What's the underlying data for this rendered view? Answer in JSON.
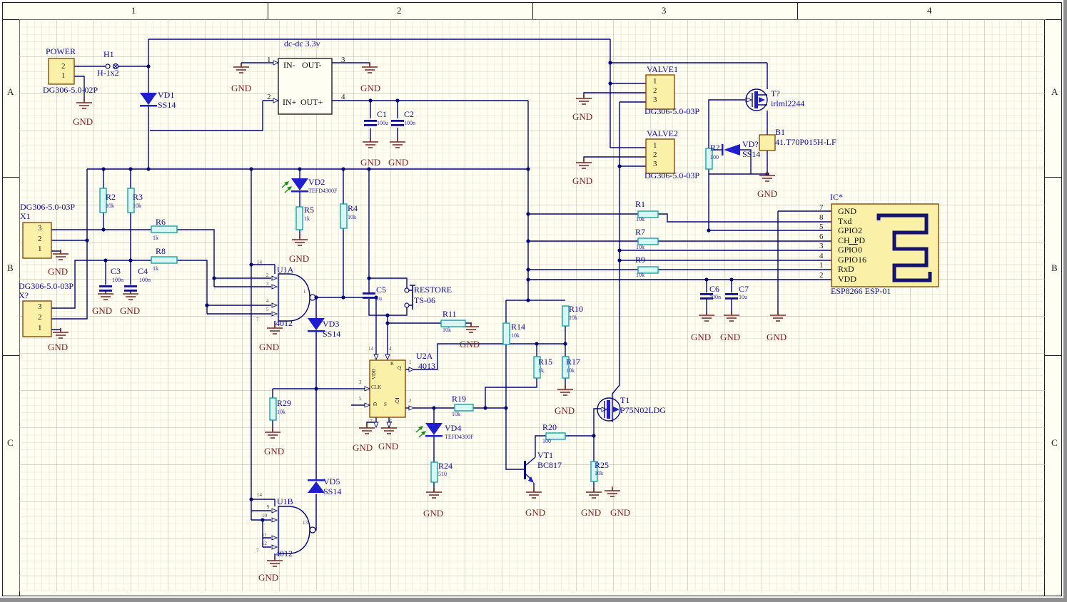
{
  "title": "ESP8266 valve controller schematic sheet",
  "border": {
    "top_zones": [
      "1",
      "2",
      "3",
      "4"
    ],
    "left_zones": [
      "A",
      "B",
      "C"
    ],
    "right_zones": [
      "A",
      "B",
      "C"
    ]
  },
  "colors": {
    "wire": "#00077d",
    "component_body": "#faf0a8",
    "component_border": "#7b3f00",
    "resistor_fill": "#d8f7f2",
    "resistor_border": "#17a2a8",
    "diode_blue": "#1f1fd0",
    "gnd_maroon": "#7e1f1f",
    "text_blue": "#0b0b9b",
    "sheet_bg": "#fffef2",
    "photo_arrow_green": "#0a8f0a"
  },
  "components": {
    "connectors": [
      {
        "ref": "POWER",
        "part": "DG306-5.0-02P",
        "pins": [
          "2",
          "1"
        ]
      },
      {
        "ref": "X1",
        "part": "DG306-5.0-03P",
        "pins": [
          "3",
          "2",
          "1"
        ]
      },
      {
        "ref": "X?",
        "part": "DG306-5.0-03P",
        "pins": [
          "3",
          "2",
          "1"
        ]
      },
      {
        "ref": "VALVE1",
        "part": "DG306-5.0-03P",
        "pins": [
          "1",
          "2",
          "3"
        ]
      },
      {
        "ref": "VALVE2",
        "part": "DG306-5.0-03P",
        "pins": [
          "1",
          "2",
          "3"
        ]
      },
      {
        "ref": "H1",
        "part": "H-1x2"
      }
    ],
    "ics": [
      {
        "ref": "IC*",
        "part": "ESP8266 ESP-01",
        "pins": [
          [
            "7",
            "GND"
          ],
          [
            "8",
            "Txd"
          ],
          [
            "5",
            "GPIO2"
          ],
          [
            "6",
            "CH_PD"
          ],
          [
            "3",
            "GPIO0"
          ],
          [
            "4",
            "GPIO16"
          ],
          [
            "1",
            "RxD"
          ],
          [
            "2",
            "VDD"
          ]
        ]
      },
      {
        "ref": "U1A",
        "part": "4012",
        "pins": [
          "14",
          "2",
          "3",
          "4",
          "5",
          "1",
          "7"
        ]
      },
      {
        "ref": "U1B",
        "part": "4012",
        "pins": [
          "14",
          "9",
          "10",
          "11",
          "12",
          "13",
          "7"
        ]
      },
      {
        "ref": "U2A",
        "part": "4013",
        "pin_names": [
          "VDD",
          "R",
          "Q",
          "CLK",
          "D",
          "S",
          "Q̅"
        ],
        "pins": [
          "14",
          "4",
          "3",
          "5",
          "1",
          "2",
          "7",
          "6"
        ]
      },
      {
        "ref": "dc-dc",
        "net_label": "dc-dc 3.3v",
        "pins": [
          [
            "1",
            "IN-"
          ],
          [
            "2",
            "IN+"
          ],
          [
            "3",
            "OUT-"
          ],
          [
            "4",
            "OUT+"
          ]
        ]
      }
    ],
    "transistors": [
      {
        "ref": "T?",
        "part": "irlml2244"
      },
      {
        "ref": "T1",
        "part": "P75N02LDG"
      },
      {
        "ref": "VT1",
        "part": "BC817"
      }
    ],
    "diodes": [
      {
        "ref": "VD1",
        "part": "SS14"
      },
      {
        "ref": "VD2",
        "part": "TEFD4300F"
      },
      {
        "ref": "VD3",
        "part": "SS14"
      },
      {
        "ref": "VD4",
        "part": "TEFD4300F"
      },
      {
        "ref": "VD5",
        "part": "SS14"
      },
      {
        "ref": "VD?",
        "part": "SS14"
      }
    ],
    "fuse": {
      "ref": "B1",
      "part": "41.T70P015H-LF"
    },
    "switch": {
      "ref": "RESTORE",
      "part": "TS-06"
    },
    "resistors": [
      {
        "ref": "R1",
        "value": "10k"
      },
      {
        "ref": "R2",
        "value": "10k"
      },
      {
        "ref": "R3",
        "value": "10k"
      },
      {
        "ref": "R4",
        "value": "10k"
      },
      {
        "ref": "R5",
        "value": "1k"
      },
      {
        "ref": "R6",
        "value": "1k"
      },
      {
        "ref": "R7",
        "value": "10k"
      },
      {
        "ref": "R8",
        "value": "1k"
      },
      {
        "ref": "R9",
        "value": "10k"
      },
      {
        "ref": "R10",
        "value": "10k"
      },
      {
        "ref": "R11",
        "value": "10k"
      },
      {
        "ref": "R14",
        "value": "10k"
      },
      {
        "ref": "R15",
        "value": "1k"
      },
      {
        "ref": "R17",
        "value": "10k"
      },
      {
        "ref": "R19",
        "value": "10k"
      },
      {
        "ref": "R20",
        "value": "100"
      },
      {
        "ref": "R24",
        "value": "510"
      },
      {
        "ref": "R25",
        "value": "10k"
      },
      {
        "ref": "R29",
        "value": "10k"
      },
      {
        "ref": "R?",
        "value": "100"
      }
    ],
    "capacitors": [
      {
        "ref": "C1",
        "value": "100u"
      },
      {
        "ref": "C2",
        "value": "100n"
      },
      {
        "ref": "C3",
        "value": "100n"
      },
      {
        "ref": "C4",
        "value": "100n"
      },
      {
        "ref": "C5",
        "value": "1u"
      },
      {
        "ref": "C6",
        "value": "100n"
      },
      {
        "ref": "C7",
        "value": "10u"
      }
    ]
  },
  "labels": [
    [
      "1",
      184,
      8,
      "z"
    ],
    [
      "2",
      556,
      8,
      "z"
    ],
    [
      "3",
      927,
      8,
      "z"
    ],
    [
      "4",
      1299,
      8,
      "z"
    ],
    [
      "A",
      10,
      122,
      "z"
    ],
    [
      "B",
      10,
      369,
      "z"
    ],
    [
      "C",
      10,
      614,
      "z"
    ],
    [
      "A",
      1473,
      122,
      "z"
    ],
    [
      "B",
      1473,
      369,
      "z"
    ],
    [
      "C",
      1473,
      614,
      "z"
    ],
    [
      "POWER",
      64,
      66,
      "d"
    ],
    [
      "2",
      86,
      88,
      "n"
    ],
    [
      "1",
      86,
      101,
      "n"
    ],
    [
      "DG306-5.0-02P",
      60,
      120,
      "d"
    ],
    [
      "GND",
      102,
      164,
      "g"
    ],
    [
      "H1",
      145,
      70,
      "d"
    ],
    [
      "H-1x2",
      136,
      96,
      "d"
    ],
    [
      "VD1",
      221,
      127,
      "d"
    ],
    [
      "SS14",
      221,
      141,
      "d"
    ],
    [
      "dc-dc 3.3v",
      398,
      55,
      "d"
    ],
    [
      "1",
      374,
      79,
      "n"
    ],
    [
      "2",
      374,
      131,
      "n"
    ],
    [
      "3",
      478,
      79,
      "n"
    ],
    [
      "4",
      478,
      131,
      "n"
    ],
    [
      "IN-",
      397,
      85,
      "p"
    ],
    [
      "OUT-",
      423,
      85,
      "p"
    ],
    [
      "IN+",
      396,
      137,
      "p"
    ],
    [
      "OUT+",
      421,
      137,
      "p"
    ],
    [
      "GND",
      324,
      117,
      "g"
    ],
    [
      "GND",
      505,
      117,
      "g"
    ],
    [
      "C1",
      528,
      154,
      "d"
    ],
    [
      "100u",
      528,
      169,
      "v"
    ],
    [
      "C2",
      566,
      154,
      "d"
    ],
    [
      "100n",
      566,
      169,
      "v"
    ],
    [
      "GND",
      505,
      221,
      "g"
    ],
    [
      "GND",
      544,
      221,
      "g"
    ],
    [
      "VALVE1",
      906,
      91,
      "d"
    ],
    [
      "1",
      915,
      109,
      "n"
    ],
    [
      "2",
      915,
      122,
      "n"
    ],
    [
      "3",
      915,
      135,
      "n"
    ],
    [
      "DG306-5.0-03P",
      903,
      150,
      "d"
    ],
    [
      "GND",
      802,
      157,
      "g"
    ],
    [
      "VALVE2",
      906,
      181,
      "d"
    ],
    [
      "1",
      915,
      199,
      "n"
    ],
    [
      "2",
      915,
      212,
      "n"
    ],
    [
      "3",
      915,
      225,
      "n"
    ],
    [
      "DG306-5.0-03P",
      903,
      240,
      "d"
    ],
    [
      "GND",
      802,
      247,
      "g"
    ],
    [
      "R?",
      995,
      201,
      "d"
    ],
    [
      "100",
      995,
      217,
      "v"
    ],
    [
      "VD?",
      1040,
      196,
      "d"
    ],
    [
      "SS14",
      1040,
      210,
      "d"
    ],
    [
      "T?",
      1080,
      125,
      "d"
    ],
    [
      "irlml2244",
      1080,
      139,
      "d"
    ],
    [
      "B1",
      1086,
      179,
      "d"
    ],
    [
      "41.T70P015H-LF",
      1086,
      193,
      "d"
    ],
    [
      "GND",
      1061,
      265,
      "g"
    ],
    [
      "DG306-5.0-03P",
      28,
      284,
      "d"
    ],
    [
      "X1",
      28,
      297,
      "d"
    ],
    [
      "3",
      53,
      315,
      "n"
    ],
    [
      "2",
      53,
      330,
      "n"
    ],
    [
      "1",
      53,
      344,
      "n"
    ],
    [
      "GND",
      67,
      374,
      "g"
    ],
    [
      "DG306-5.0-03P",
      26,
      395,
      "d"
    ],
    [
      "X?",
      26,
      408,
      "d"
    ],
    [
      "3",
      53,
      425,
      "n"
    ],
    [
      "2",
      53,
      440,
      "n"
    ],
    [
      "1",
      53,
      455,
      "n"
    ],
    [
      "GND",
      67,
      480,
      "g"
    ],
    [
      "R2",
      148,
      270,
      "d"
    ],
    [
      "10k",
      148,
      285,
      "v"
    ],
    [
      "R3",
      186,
      270,
      "d"
    ],
    [
      "10k",
      186,
      285,
      "v"
    ],
    [
      "R6",
      218,
      305,
      "d"
    ],
    [
      "1k",
      214,
      330,
      "v"
    ],
    [
      "R8",
      218,
      346,
      "d"
    ],
    [
      "1k",
      214,
      373,
      "v"
    ],
    [
      "C3",
      155,
      374,
      "d"
    ],
    [
      "100n",
      157,
      389,
      "v"
    ],
    [
      "C4",
      193,
      374,
      "d"
    ],
    [
      "100n",
      195,
      389,
      "v"
    ],
    [
      "GND",
      129,
      429,
      "g"
    ],
    [
      "GND",
      168,
      429,
      "g"
    ],
    [
      "VD2",
      432,
      249,
      "d"
    ],
    [
      "TEFD4300F",
      432,
      264,
      "v"
    ],
    [
      "R5",
      426,
      288,
      "d"
    ],
    [
      "1k",
      426,
      303,
      "v"
    ],
    [
      "R4",
      487,
      286,
      "d"
    ],
    [
      "10k",
      487,
      301,
      "v"
    ],
    [
      "GND",
      405,
      356,
      "g"
    ],
    [
      "U1A",
      388,
      372,
      "d"
    ],
    [
      "14",
      360,
      365,
      "t"
    ],
    [
      "2",
      373,
      383,
      "t"
    ],
    [
      "3",
      373,
      395,
      "t"
    ],
    [
      "4",
      373,
      419,
      "t"
    ],
    [
      "5",
      373,
      431,
      "t"
    ],
    [
      "1",
      425,
      406,
      "t"
    ],
    [
      "7",
      359,
      445,
      "t"
    ],
    [
      "4012",
      386,
      447,
      "d"
    ],
    [
      "GND",
      363,
      480,
      "g"
    ],
    [
      "VD3",
      452,
      448,
      "d"
    ],
    [
      "SS14",
      452,
      462,
      "d"
    ],
    [
      "C5",
      527,
      400,
      "d"
    ],
    [
      "1u",
      527,
      415,
      "v"
    ],
    [
      "RESTORE",
      580,
      400,
      "d"
    ],
    [
      "TS-06",
      580,
      415,
      "d"
    ],
    [
      "R11",
      620,
      434,
      "d"
    ],
    [
      "10k",
      620,
      459,
      "v"
    ],
    [
      "GND",
      644,
      476,
      "g"
    ],
    [
      "U2A",
      583,
      493,
      "d"
    ],
    [
      "4013",
      586,
      507,
      "d"
    ],
    [
      "3",
      503,
      533,
      "t"
    ],
    [
      "5",
      503,
      556,
      "t"
    ],
    [
      "1",
      573,
      505,
      "t"
    ],
    [
      "2",
      573,
      559,
      "t"
    ],
    [
      "14",
      516,
      486,
      "t"
    ],
    [
      "4",
      545,
      486,
      "t"
    ],
    [
      "7",
      518,
      588,
      "t"
    ],
    [
      "6",
      546,
      588,
      "t"
    ],
    [
      "VDD",
      521,
      532,
      "t2 rot"
    ],
    [
      "R",
      547,
      507,
      "t2"
    ],
    [
      "Q",
      557,
      513,
      "t2"
    ],
    [
      "CLK",
      520,
      540,
      "t2"
    ],
    [
      "D",
      523,
      569,
      "t2 rot"
    ],
    [
      "S",
      538,
      564,
      "t2"
    ],
    [
      "Q",
      554,
      560,
      "t2 ov"
    ],
    [
      "GND",
      494,
      621,
      "g"
    ],
    [
      "GND",
      530,
      619,
      "g"
    ],
    [
      "R29",
      388,
      559,
      "d"
    ],
    [
      "10k",
      388,
      574,
      "v"
    ],
    [
      "GND",
      370,
      626,
      "g"
    ],
    [
      "R19",
      633,
      553,
      "d"
    ],
    [
      "10k",
      633,
      577,
      "v"
    ],
    [
      "VD4",
      623,
      594,
      "d"
    ],
    [
      "TEFD4300F",
      623,
      609,
      "v"
    ],
    [
      "R24",
      614,
      647,
      "d"
    ],
    [
      "510",
      614,
      661,
      "v"
    ],
    [
      "GND",
      593,
      713,
      "g"
    ],
    [
      "VD5",
      453,
      669,
      "d"
    ],
    [
      "SS14",
      453,
      683,
      "d"
    ],
    [
      "U1B",
      388,
      697,
      "d"
    ],
    [
      "14",
      360,
      691,
      "t"
    ],
    [
      "9",
      374,
      708,
      "t"
    ],
    [
      "10",
      367,
      720,
      "t"
    ],
    [
      "11",
      367,
      747,
      "t"
    ],
    [
      "12",
      367,
      759,
      "t"
    ],
    [
      "13",
      424,
      730,
      "t"
    ],
    [
      "7",
      359,
      769,
      "t"
    ],
    [
      "4012",
      386,
      770,
      "d"
    ],
    [
      "GND",
      362,
      803,
      "g"
    ],
    [
      "R10",
      797,
      427,
      "d"
    ],
    [
      "10k",
      797,
      442,
      "v"
    ],
    [
      "R14",
      716,
      452,
      "d"
    ],
    [
      "10k",
      716,
      467,
      "v"
    ],
    [
      "R15",
      754,
      501,
      "d"
    ],
    [
      "1k",
      754,
      516,
      "v"
    ],
    [
      "R17",
      793,
      501,
      "d"
    ],
    [
      "10k",
      793,
      516,
      "v"
    ],
    [
      "GND",
      777,
      569,
      "g"
    ],
    [
      "T1",
      869,
      555,
      "d"
    ],
    [
      "P75N02LDG",
      869,
      569,
      "d"
    ],
    [
      "R20",
      760,
      593,
      "d"
    ],
    [
      "100",
      760,
      615,
      "v"
    ],
    [
      "VT1",
      753,
      632,
      "d"
    ],
    [
      "BC817",
      753,
      646,
      "d"
    ],
    [
      "R25",
      833,
      646,
      "d"
    ],
    [
      "10k",
      833,
      660,
      "v"
    ],
    [
      "GND",
      736,
      712,
      "g"
    ],
    [
      "GND",
      814,
      712,
      "g"
    ],
    [
      "GND",
      855,
      712,
      "g"
    ],
    [
      "R1",
      890,
      280,
      "d"
    ],
    [
      "10k",
      891,
      304,
      "v"
    ],
    [
      "R7",
      890,
      319,
      "d"
    ],
    [
      "10k",
      891,
      343,
      "v"
    ],
    [
      "R9",
      890,
      358,
      "d"
    ],
    [
      "10k",
      891,
      382,
      "v"
    ],
    [
      "IC*",
      1163,
      270,
      "d"
    ],
    [
      "7",
      1148,
      286,
      "n"
    ],
    [
      "8",
      1148,
      300,
      "n"
    ],
    [
      "5",
      1148,
      313,
      "n"
    ],
    [
      "6",
      1148,
      327,
      "n"
    ],
    [
      "3",
      1148,
      340,
      "n"
    ],
    [
      "4",
      1148,
      354,
      "n"
    ],
    [
      "1",
      1148,
      367,
      "n"
    ],
    [
      "2",
      1148,
      381,
      "n"
    ],
    [
      "GND",
      1174,
      290,
      "p"
    ],
    [
      "Txd",
      1174,
      304,
      "p"
    ],
    [
      "GPIO2",
      1174,
      317,
      "p"
    ],
    [
      "CH_PD",
      1174,
      331,
      "p"
    ],
    [
      "GP",
      1174,
      344,
      "p"
    ],
    [
      "IO",
      1189,
      344,
      "p ov"
    ],
    [
      "0",
      1202,
      344,
      "p"
    ],
    [
      "GPIO16",
      1174,
      358,
      "p"
    ],
    [
      "RxD",
      1174,
      371,
      "p"
    ],
    [
      "VDD",
      1174,
      385,
      "p"
    ],
    [
      "ESP8266 ESP-01",
      1164,
      402,
      "d"
    ],
    [
      "C6",
      994,
      399,
      "d"
    ],
    [
      "100n",
      994,
      413,
      "v"
    ],
    [
      "C7",
      1035,
      399,
      "d"
    ],
    [
      "10u",
      1035,
      413,
      "v"
    ],
    [
      "GND",
      968,
      466,
      "g"
    ],
    [
      "GND",
      1009,
      466,
      "g"
    ],
    [
      "GND",
      1074,
      466,
      "g"
    ]
  ]
}
